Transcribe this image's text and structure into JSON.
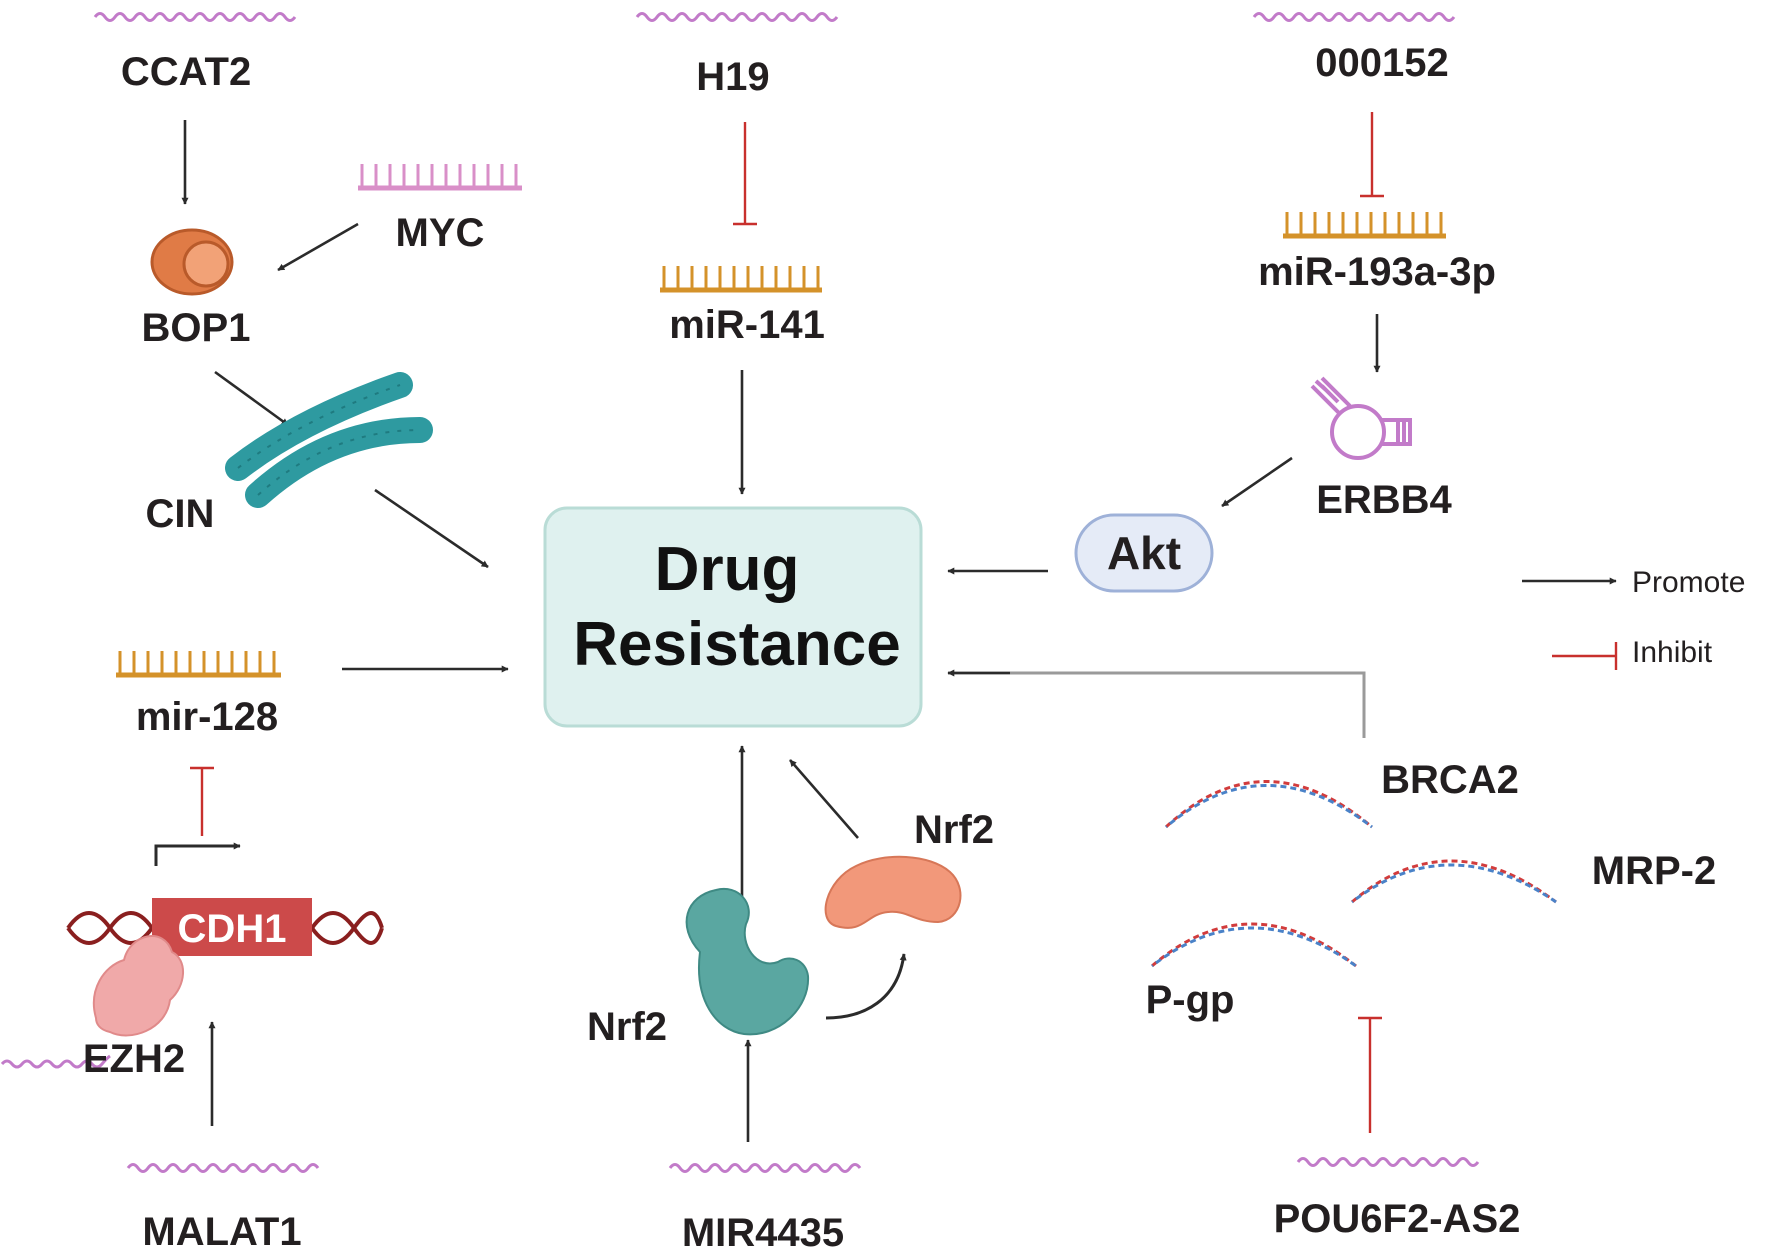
{
  "center": {
    "line1": "Drug",
    "line2": "Resistance"
  },
  "nodes": {
    "ccat2": "CCAT2",
    "h19": "H19",
    "n000152": "000152",
    "myc": "MYC",
    "bop1": "BOP1",
    "mir141": "miR-141",
    "mir193": "miR-193a-3p",
    "erbb4": "ERBB4",
    "cin": "CIN",
    "akt": "Akt",
    "mir128": "mir-128",
    "cdh1": "CDH1",
    "ezh2": "EZH2",
    "malat1": "MALAT1",
    "nrf2_left": "Nrf2",
    "nrf2_right": "Nrf2",
    "mir4435": "MIR4435",
    "brca2": "BRCA2",
    "mrp2": "MRP-2",
    "pgp": "P-gp",
    "pou6f2": "POU6F2-AS2"
  },
  "legend": {
    "promote": "Promote",
    "inhibit": "Inhibit"
  },
  "colors": {
    "lncrna": "#c27bc9",
    "mirna": "#d4922a",
    "inhibit": "#c8302d",
    "arrow": "#2b2b2b",
    "center_fill": "#dff1ef",
    "center_stroke": "#b9dcd6",
    "akt_fill": "#e5ebf7",
    "akt_stroke": "#9eb1d8",
    "chromosome": "#2e9aa0",
    "bop1": "#e07b46",
    "cdh1": "#cc4a4a",
    "ezh2": "#f0a9a9",
    "nrf2_teal": "#5aa7a1",
    "nrf2_orange": "#f2987a",
    "dna_red": "#d23c3c",
    "dna_blue": "#4a82c8"
  }
}
